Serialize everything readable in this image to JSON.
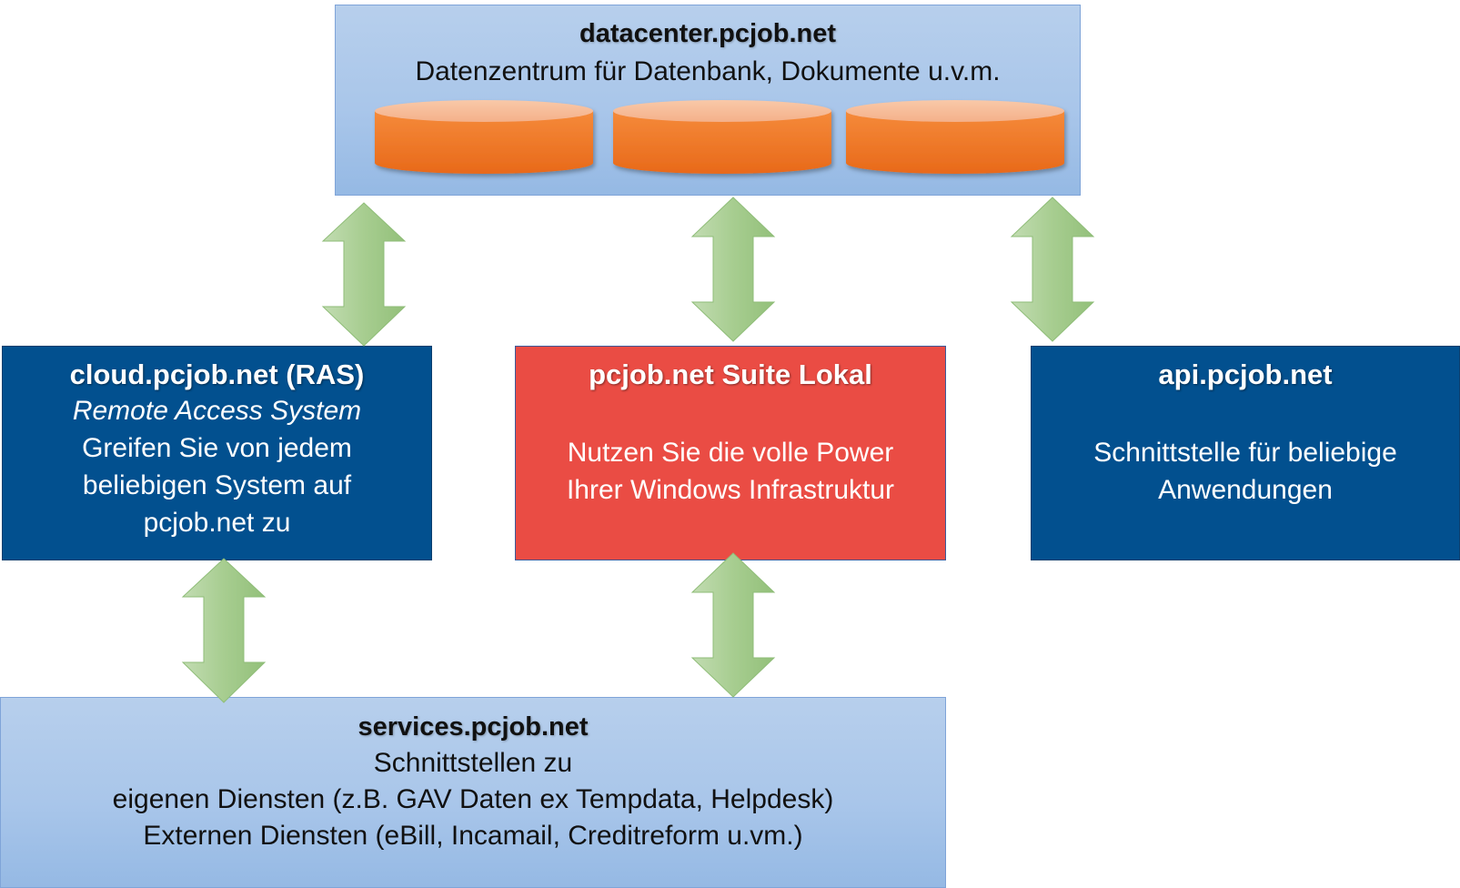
{
  "datacenter": {
    "title": "datacenter.pcjob.net",
    "subtitle": "Datenzentrum für Datenbank, Dokumente u.v.m.",
    "disk_icon": "database-disk-icon",
    "disk_count": 3
  },
  "cloud": {
    "title": "cloud.pcjob.net (RAS)",
    "subtitle": "Remote Access System",
    "lines": [
      "Greifen Sie von jedem",
      "beliebigen System auf",
      "pcjob.net zu"
    ]
  },
  "suite": {
    "title": "pcjob.net Suite Lokal",
    "lines": [
      "Nutzen Sie die volle Power",
      "Ihrer Windows Infrastruktur"
    ]
  },
  "api": {
    "title": "api.pcjob.net",
    "lines": [
      "Schnittstelle für beliebige",
      "Anwendungen"
    ]
  },
  "services": {
    "title": "services.pcjob.net",
    "lines": [
      "Schnittstellen zu",
      "eigenen Diensten (z.B. GAV Daten ex Tempdata, Helpdesk)",
      "Externen Diensten (eBill, Incamail, Creditreform u.vm.)"
    ]
  },
  "connections": [
    {
      "from": "datacenter",
      "to": "cloud",
      "icon": "double-arrow-icon"
    },
    {
      "from": "datacenter",
      "to": "suite",
      "icon": "double-arrow-icon"
    },
    {
      "from": "datacenter",
      "to": "api",
      "icon": "double-arrow-icon"
    },
    {
      "from": "cloud",
      "to": "services",
      "icon": "double-arrow-icon"
    },
    {
      "from": "suite",
      "to": "services",
      "icon": "double-arrow-icon"
    }
  ],
  "colors": {
    "light_box": "#a9c6ea",
    "dark_box": "#02508f",
    "red_box": "#ea4c44",
    "disk": "#f07f2c",
    "arrow": "#a9cf92"
  }
}
